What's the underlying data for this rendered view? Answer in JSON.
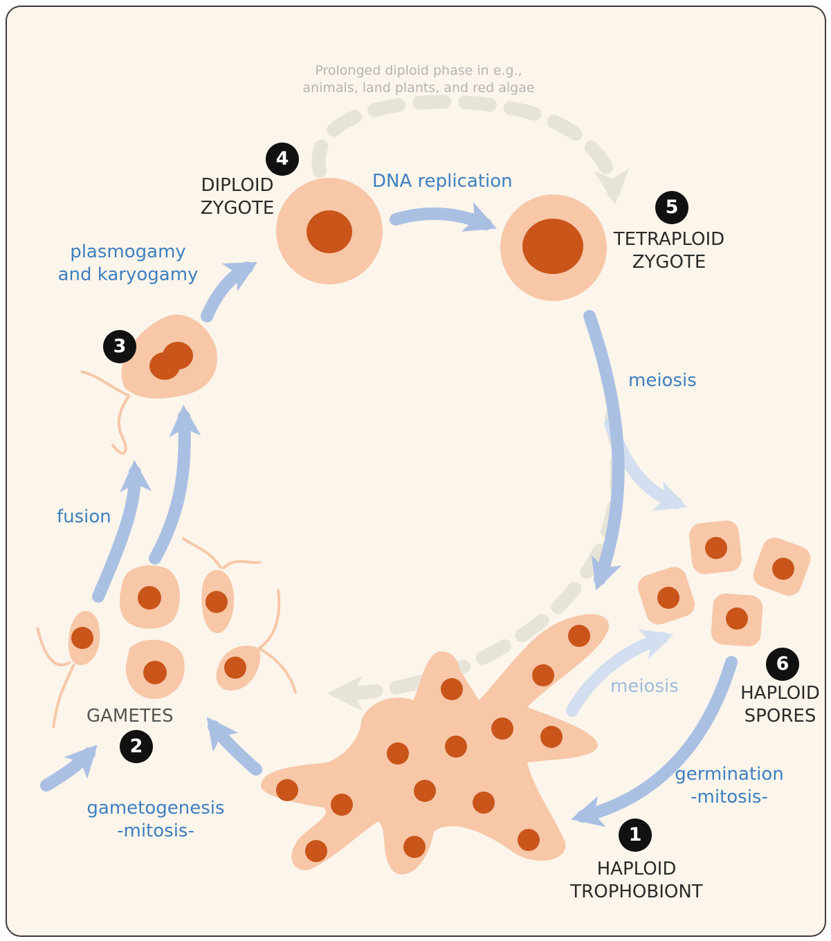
{
  "header_note": {
    "line1": "Prolonged diploid phase in e.g.,",
    "line2": "animals, land plants, and red algae"
  },
  "stages": {
    "trophobiont": {
      "number": "1",
      "line1": "HAPLOID",
      "line2": "TROPHOBIONT"
    },
    "gametes": {
      "number": "2",
      "label": "GAMETES"
    },
    "fusion_stage": {
      "number": "3"
    },
    "diploid_zygote": {
      "number": "4",
      "line1": "DIPLOID",
      "line2": "ZYGOTE"
    },
    "tetraploid_zygote": {
      "number": "5",
      "line1": "TETRAPLOID",
      "line2": "ZYGOTE"
    },
    "spores": {
      "number": "6",
      "line1": "HAPLOID",
      "line2": "SPORES"
    }
  },
  "processes": {
    "dna_replication": "DNA replication",
    "plasmogamy_line1": "plasmogamy",
    "plasmogamy_line2": "and karyogamy",
    "fusion": "fusion",
    "meiosis_main": "meiosis",
    "meiosis_alt": "meiosis",
    "gametogenesis_line1": "gametogenesis",
    "gametogenesis_line2": "-mitosis-",
    "germination_line1": "germination",
    "germination_line2": "-mitosis-"
  },
  "colors": {
    "cytoplasm": "#f7c7a8",
    "nucleus": "#c9551a",
    "arrow_blue": "#aac0e3",
    "arrow_pale": "#d3dff0",
    "dashed_path": "#e6e4d8",
    "label_blue": "#3f7fbf",
    "background": "#fcf5eb"
  }
}
